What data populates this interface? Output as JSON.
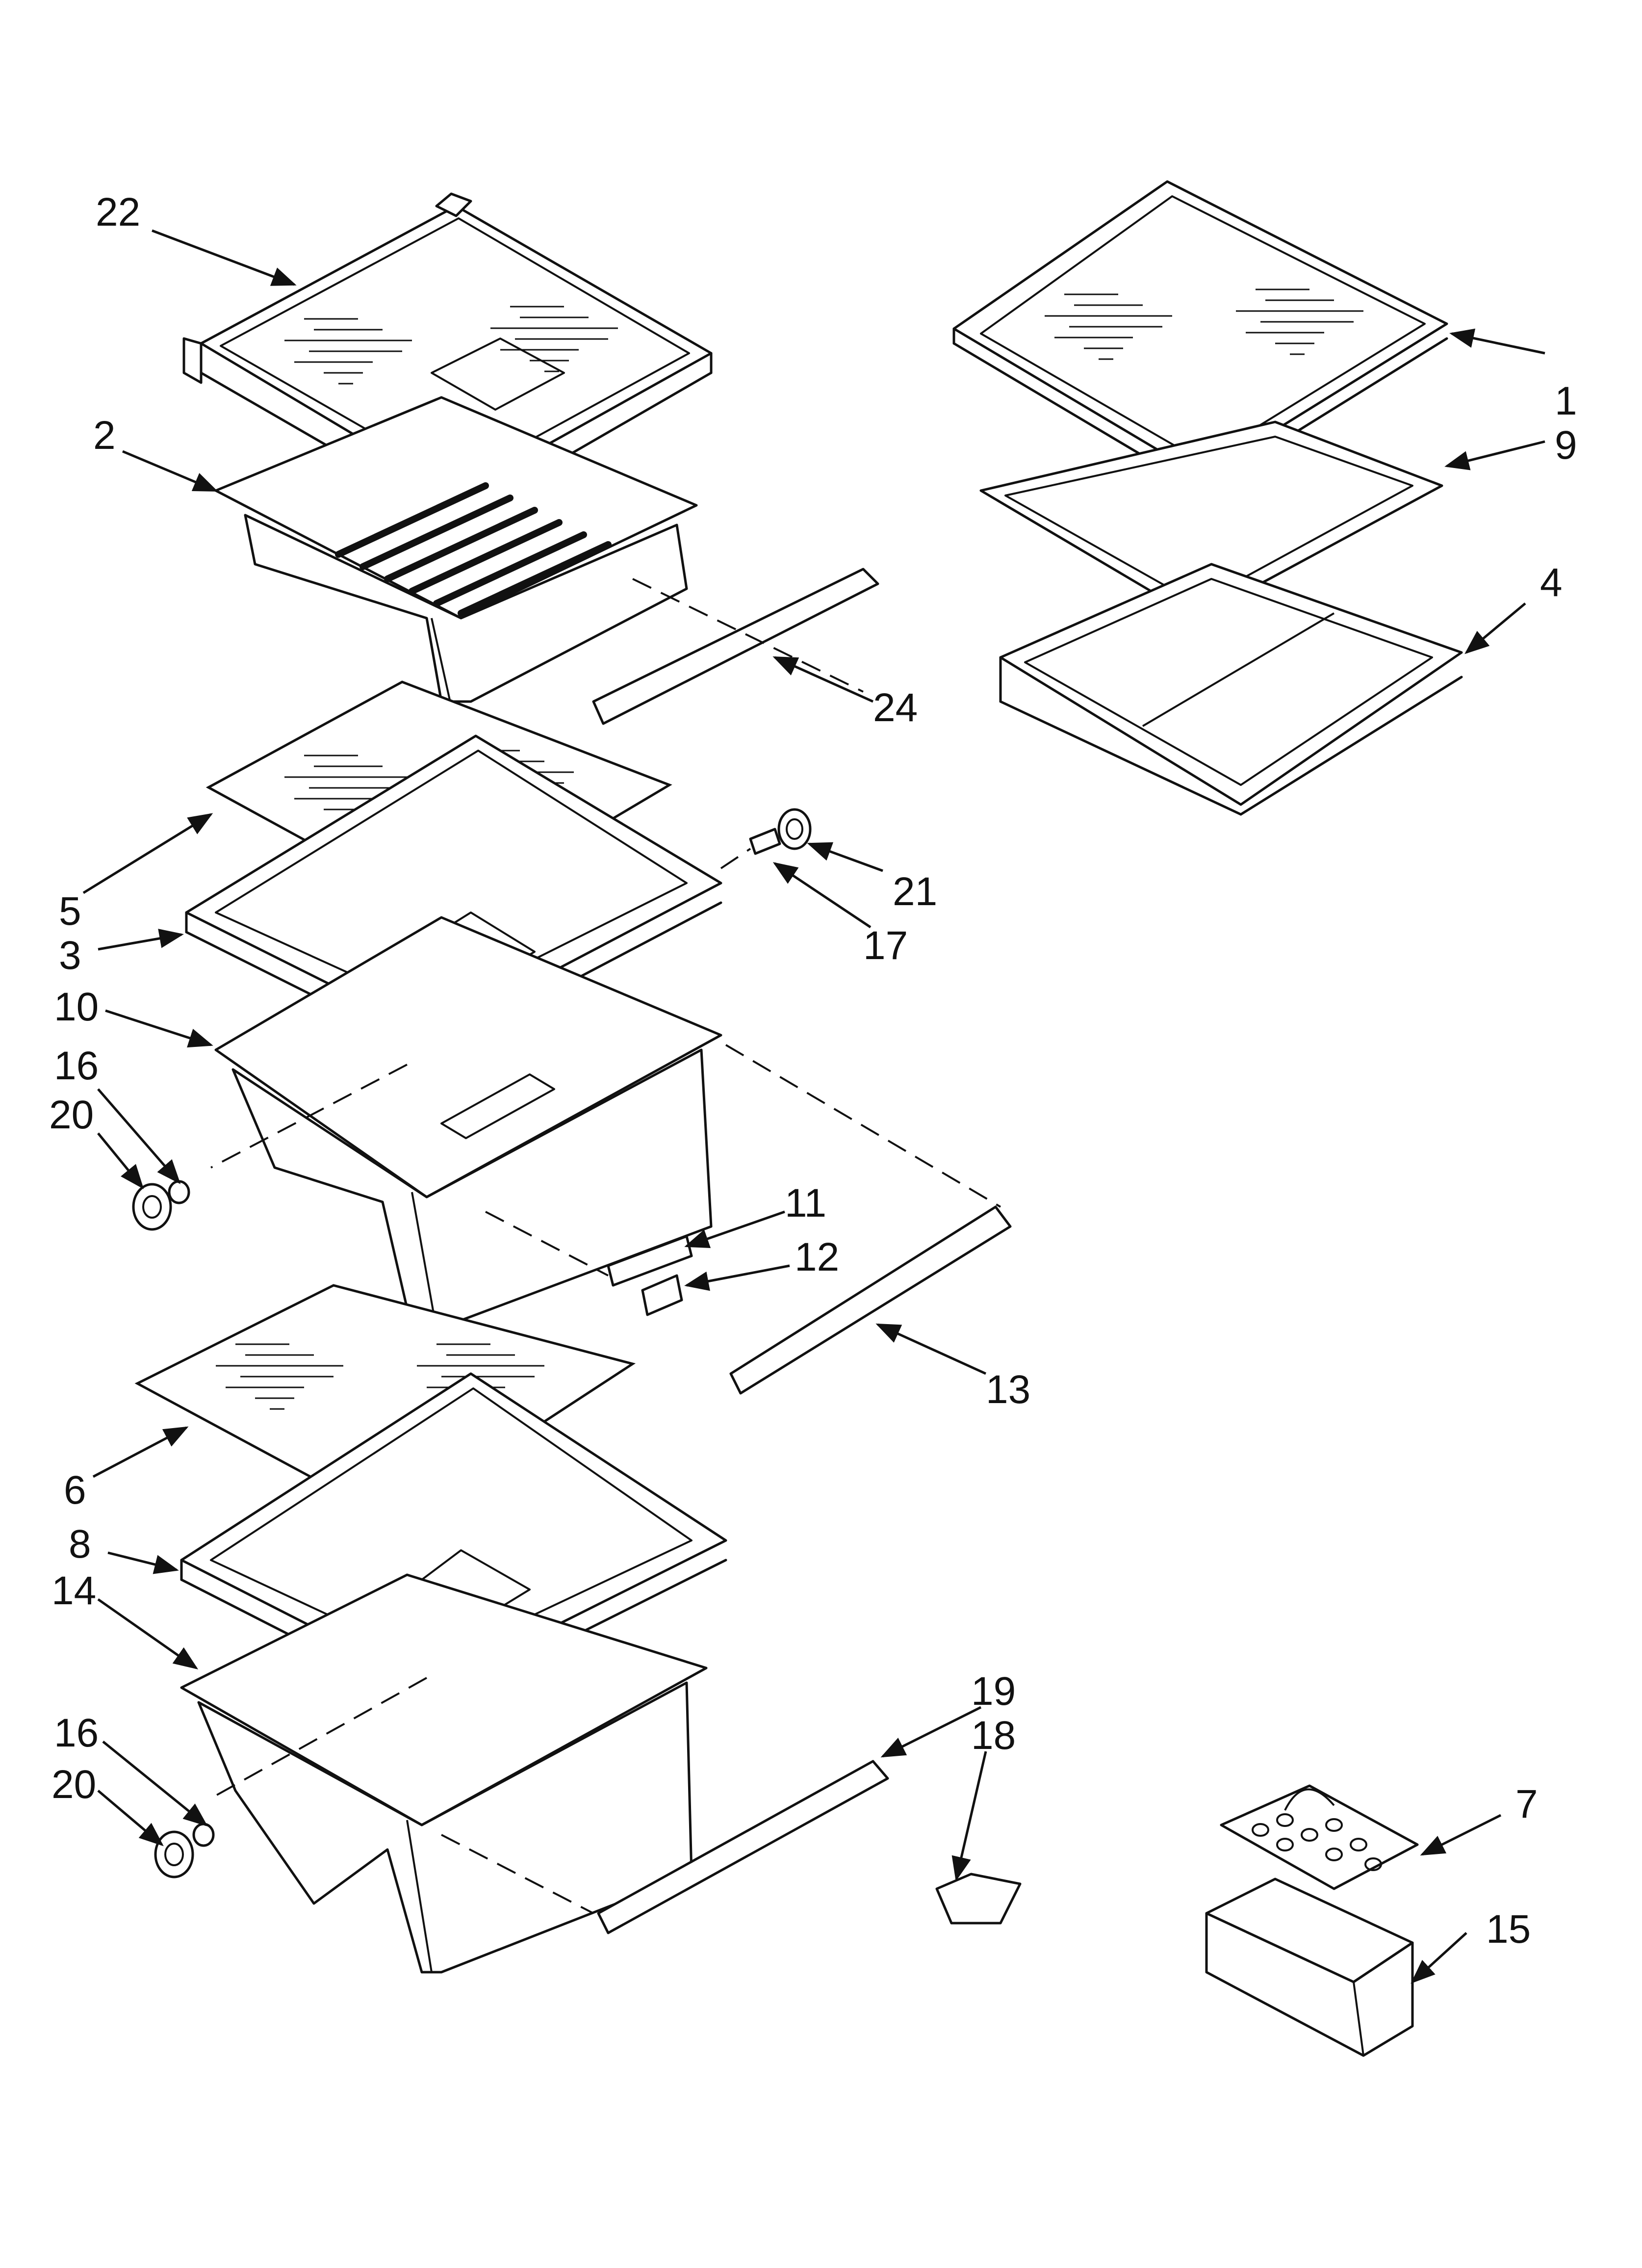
{
  "callouts": {
    "c1": "1",
    "c2": "2",
    "c3": "3",
    "c4": "4",
    "c5": "5",
    "c6": "6",
    "c7": "7",
    "c8": "8",
    "c9": "9",
    "c10": "10",
    "c11": "11",
    "c12": "12",
    "c13": "13",
    "c14": "14",
    "c15": "15",
    "c16a": "16",
    "c16b": "16",
    "c17": "17",
    "c18": "18",
    "c19": "19",
    "c20a": "20",
    "c20b": "20",
    "c21": "21",
    "c22": "22",
    "c24": "24"
  },
  "colors": {
    "ink": "#111111",
    "paper": "#ffffff"
  }
}
